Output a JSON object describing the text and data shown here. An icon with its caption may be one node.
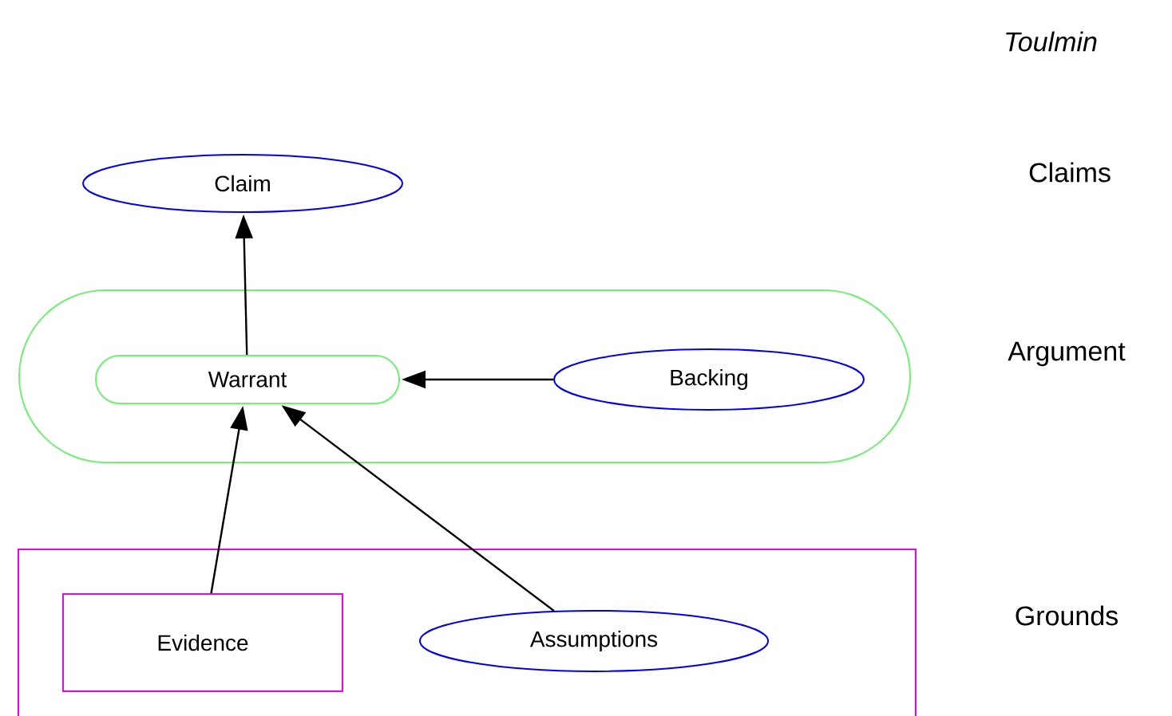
{
  "diagram": {
    "title": "Toulmin",
    "nodes": [
      {
        "text": [
          "Claim"
        ]
      },
      {
        "text": [],
        "shape": "band"
      },
      {
        "text": [
          "Warrant"
        ],
        "in": 1
      },
      {
        "text": [
          "Backing"
        ],
        "in": 1
      },
      {
        "text": [],
        "shape": "box"
      },
      {
        "text": [
          "Evidence"
        ],
        "in": 4
      },
      {
        "text": [
          "Assumptions"
        ],
        "in": 4
      }
    ],
    "edges": [
      {
        "from": 2,
        "to": 0,
        "arrow": "to"
      },
      {
        "from": 3,
        "to": 2,
        "arrow": "to"
      },
      {
        "from": 5,
        "to": 2,
        "arrow": "to"
      },
      {
        "from": 6,
        "to": 2,
        "arrow": "to"
      }
    ],
    "labels": [
      "Claims",
      "Argument",
      "Grounds"
    ]
  }
}
